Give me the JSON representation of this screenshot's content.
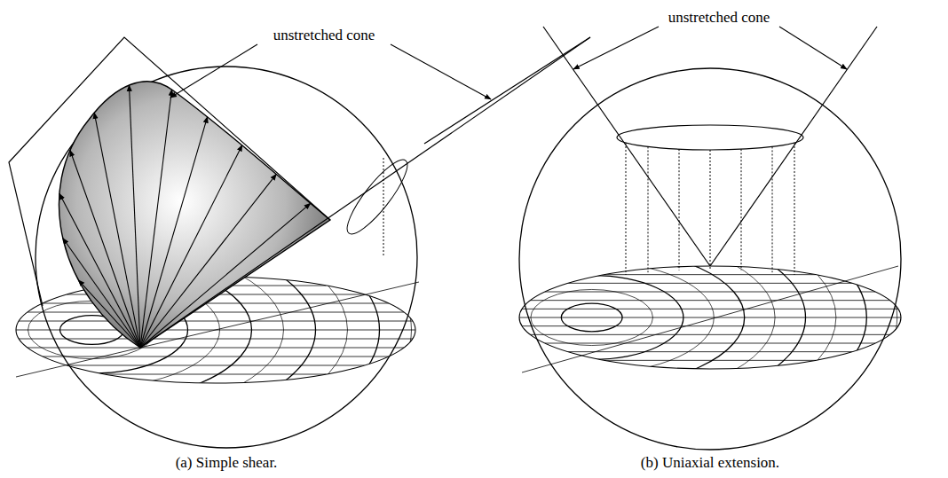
{
  "diagram": {
    "labels": [
      "unstretched cone",
      "unstretched cone",
      "(a) Simple shear.",
      "(b) Uniaxial extension."
    ]
  }
}
